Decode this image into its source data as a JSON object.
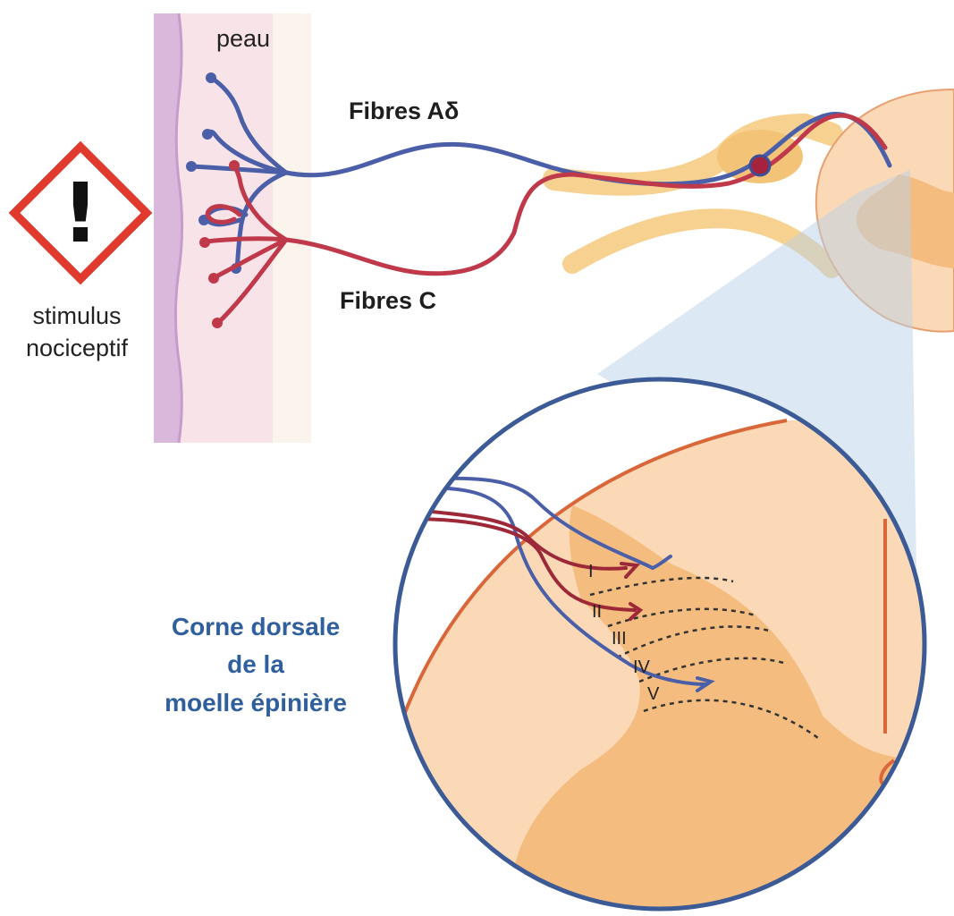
{
  "labels": {
    "skin": "peau",
    "fibers_a_delta": "Fibres Aδ",
    "fibers_c": "Fibres C",
    "stimulus_line1": "stimulus",
    "stimulus_line2": "nociceptif",
    "dorsal_horn_line1": "Corne dorsale",
    "dorsal_horn_line2": "de la",
    "dorsal_horn_line3": "moelle épinière"
  },
  "laminae": [
    "I",
    "II",
    "III",
    "IV",
    "V"
  ],
  "warning_symbol": "!",
  "icons": {
    "hazard": "exclamation-diamond-icon"
  },
  "colors": {
    "a_delta_fiber": "#4a5fa8",
    "c_fiber": "#c0394a",
    "hazard_border": "#e03a2e",
    "skin_outer": "#d9b8dc",
    "skin": "#f8e4e8",
    "spinal_cord": "#fbd9b6",
    "gray_matter": "#f4bd7f",
    "magnifier_ring": "#3b5a96",
    "dorsal_horn_label": "#2f5f9c"
  }
}
